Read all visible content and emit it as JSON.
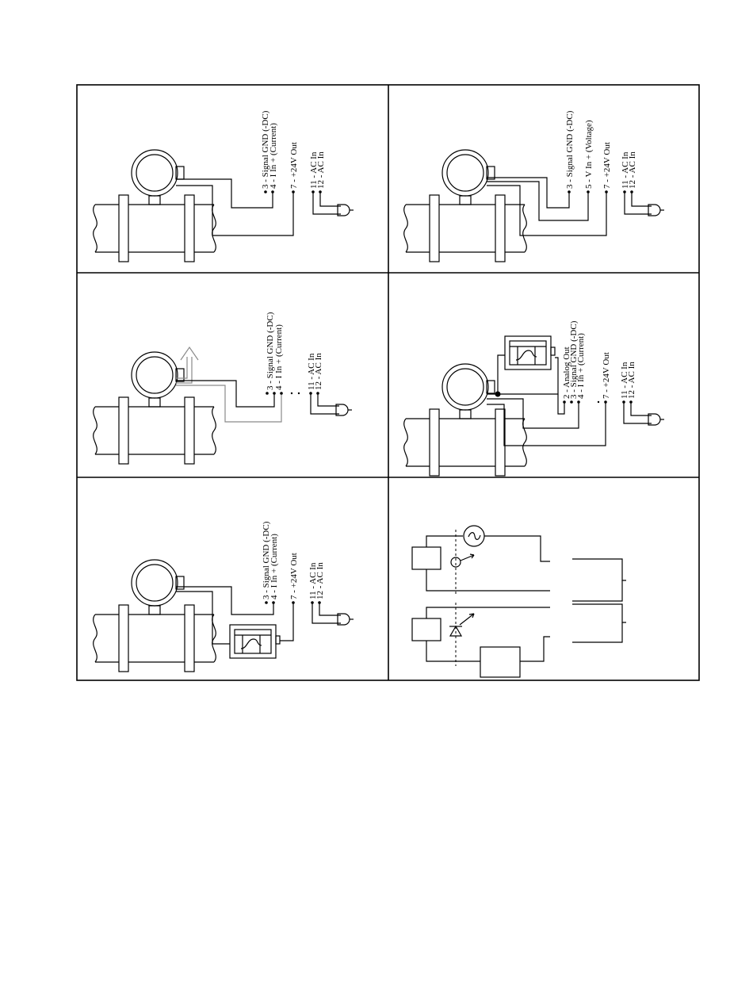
{
  "panels": [
    {
      "id": "top-left",
      "terminals": [
        "3 - Signal GND (-DC)",
        "4 - I In + (Current)",
        "7 - +24V Out",
        "11 - AC In",
        "12 - AC In"
      ]
    },
    {
      "id": "top-right",
      "terminals": [
        "3 - Signal GND (-DC)",
        "5 - V In + (Voltage)",
        "7 - +24V Out",
        "11 - AC In",
        "12 - AC In"
      ]
    },
    {
      "id": "middle-left",
      "terminals": [
        "3 - Signal GND (-DC)",
        "4 - I In + (Current)",
        "11 - AC In",
        "12 - AC In"
      ]
    },
    {
      "id": "middle-right",
      "terminals": [
        "2 - Analog Out",
        "3 - Signal GND (-DC)",
        "4 - I In + (Current)",
        "7 - +24V Out",
        "11 - AC In",
        "12 - AC In"
      ]
    },
    {
      "id": "bottom-left",
      "terminals": [
        "3 - Signal GND (-DC)",
        "4 - I In + (Current)",
        "7 - +24V Out",
        "11 - AC In",
        "12 - AC In"
      ]
    },
    {
      "id": "bottom-right",
      "terminals": []
    }
  ]
}
